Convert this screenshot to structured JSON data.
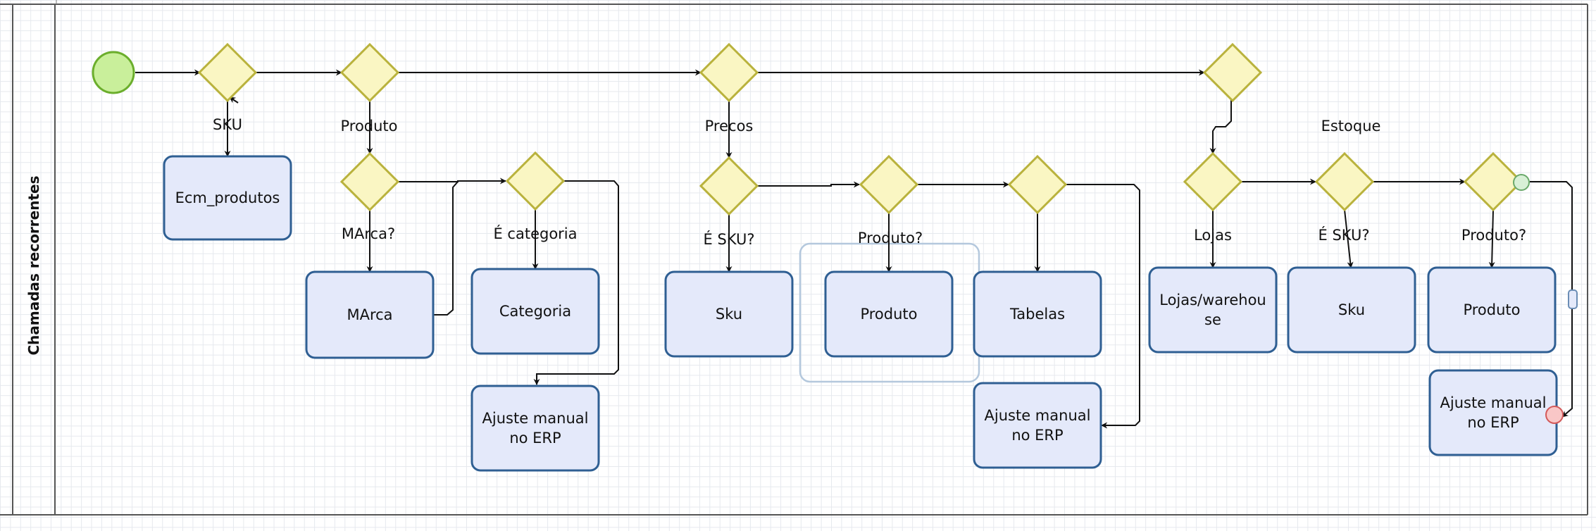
{
  "lane": {
    "label": "Chamadas recorrentes"
  },
  "colors": {
    "task_fill": "#e4e9fa",
    "task_stroke": "#2f5f93",
    "gateway_fill": "#faf6c3",
    "gateway_stroke": "#b9b23c",
    "start_fill": "#c9ef9b",
    "start_stroke": "#6bae2c",
    "end_fill": "#f9c7c7",
    "end_stroke": "#d35a5a",
    "flow": "#111111",
    "group_stroke": "#b4c8dd"
  },
  "tasks": {
    "ecm_produtos": "Ecm_produtos",
    "marca": "MArca",
    "categoria": "Categoria",
    "ajuste_1": "Ajuste manual\nno ERP",
    "sku_1": "Sku",
    "produto_1": "Produto",
    "tabelas": "Tabelas",
    "ajuste_2": "Ajuste manual\nno ERP",
    "lojas": "Lojas/warehou\nse",
    "sku_2": "Sku",
    "produto_2": "Produto",
    "ajuste_3": "Ajuste manual\nno ERP"
  },
  "labels": {
    "sku": "SKU",
    "produto": "Produto",
    "precos": "Precos",
    "estoque": "Estoque",
    "marca_q": "MArca?",
    "e_categoria": "É categoria",
    "e_sku_1": "É SKU?",
    "produto_q_1": "Produto?",
    "lojas": "Lojas",
    "e_sku_2": "É SKU?",
    "produto_q_2": "Produto?"
  }
}
